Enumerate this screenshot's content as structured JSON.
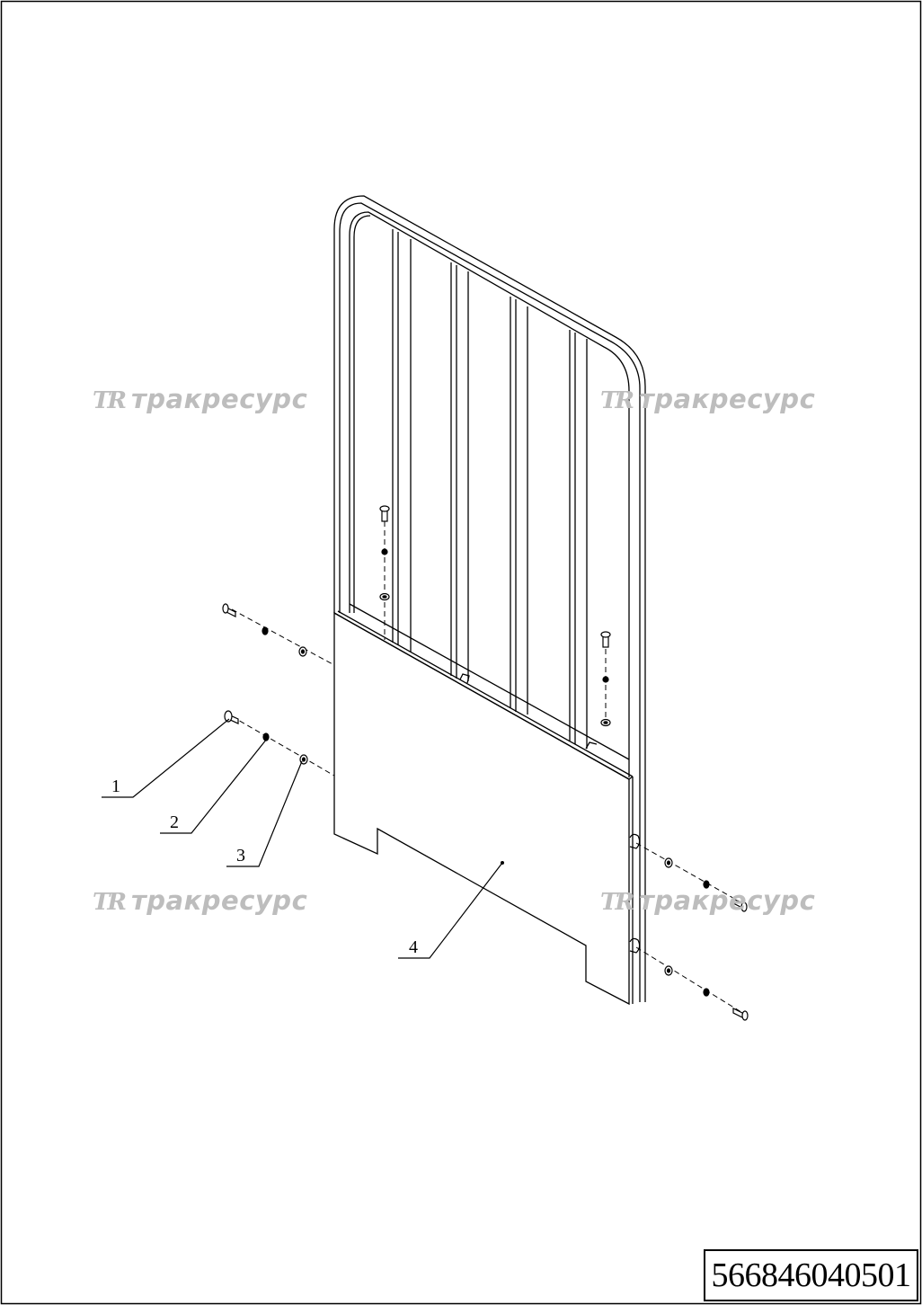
{
  "drawing": {
    "document_number": "566846040501",
    "watermark": {
      "mark": "TR",
      "text": "тракресурс"
    },
    "callouts": [
      "1",
      "2",
      "3",
      "4"
    ]
  }
}
